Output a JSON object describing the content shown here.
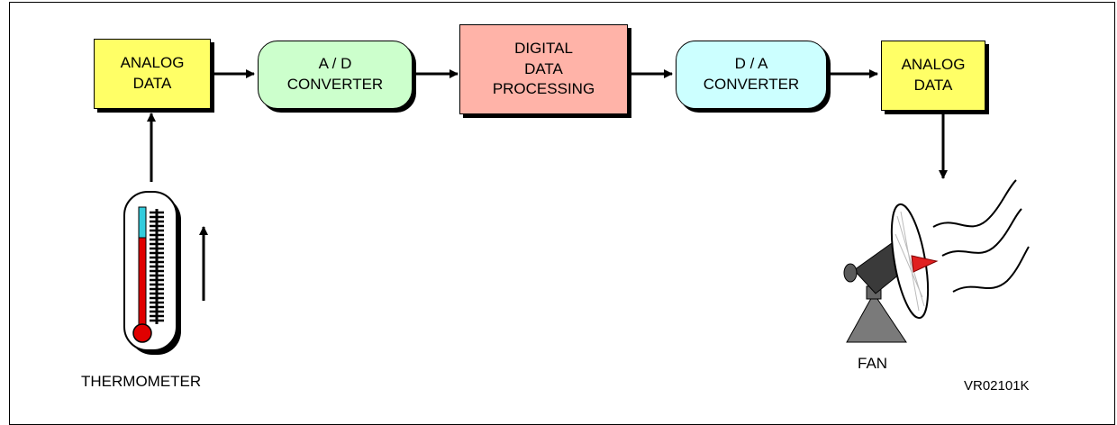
{
  "blocks": {
    "analog_in": {
      "line1": "ANALOG",
      "line2": "DATA"
    },
    "ad_converter": {
      "line1": "A / D",
      "line2": "CONVERTER"
    },
    "digital_processing": {
      "line1": "DIGITAL",
      "line2": "DATA",
      "line3": "PROCESSING"
    },
    "da_converter": {
      "line1": "D / A",
      "line2": "CONVERTER"
    },
    "analog_out": {
      "line1": "ANALOG",
      "line2": "DATA"
    }
  },
  "labels": {
    "thermometer": "THERMOMETER",
    "fan": "FAN",
    "figure_code": "VR02101K"
  },
  "colors": {
    "analog": "#ffff66",
    "ad": "#ccffcc",
    "digital": "#ffb3a8",
    "da": "#ccffff"
  },
  "icons": [
    "thermometer-icon",
    "fan-icon",
    "air-wave-icon"
  ]
}
